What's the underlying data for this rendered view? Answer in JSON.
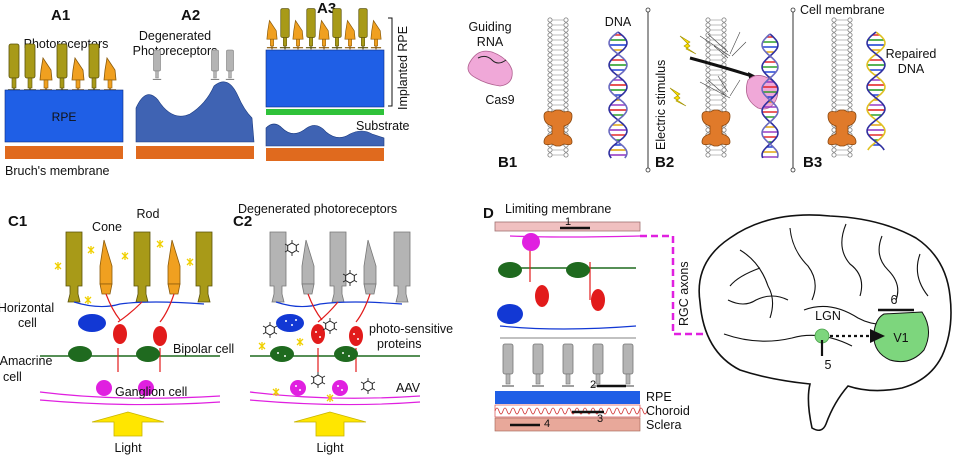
{
  "colors": {
    "rpe": "#1f5fe6",
    "bruch": "#e06a1e",
    "degenerated_rpe": "#3f63b3",
    "substrate": "#2fc23a",
    "rod": "#a89a18",
    "cone": "#f0a020",
    "gray_cell": "#b4b4b4",
    "bipolar": "#e21b1b",
    "horizontal": "#1238d4",
    "amacrine": "#1f6a1f",
    "ganglion": "#e020e0",
    "membrane_pink": "#f0c0c0",
    "choroid_red": "#d03030",
    "green_region": "#7dd67d",
    "light_arrow": "#ffe600",
    "cas9": "#f0a8d8"
  },
  "panelA": {
    "a1": {
      "label": "A1",
      "photoreceptors": "Photoreceptors",
      "rpe": "RPE",
      "bruch": "Bruch's membrane"
    },
    "a2": {
      "label": "A2",
      "degenerated_line1": "Degenerated",
      "degenerated_line2": "Photoreceptors"
    },
    "a3": {
      "label": "A3",
      "implanted_rpe": "Implanted RPE",
      "substrate": "Substrate"
    }
  },
  "panelB": {
    "b1": {
      "label": "B1",
      "guiding_line1": "Guiding",
      "guiding_line2": "RNA",
      "cas9": "Cas9",
      "dna": "DNA"
    },
    "b2": {
      "label": "B2",
      "electric": "Electric stimulus"
    },
    "b3": {
      "label": "B3",
      "cell_membrane": "Cell membrane",
      "repaired_line1": "Repaired",
      "repaired_line2": "DNA"
    }
  },
  "panelC": {
    "c1": {
      "label": "C1",
      "cone": "Cone",
      "rod": "Rod",
      "horizontal_line1": "Horizontal",
      "horizontal_line2": "cell",
      "bipolar": "Bipolar cell",
      "amacrine_line1": "Amacrine",
      "amacrine_line2": "cell",
      "ganglion": "Ganglion cell",
      "light": "Light"
    },
    "c2": {
      "label": "C2",
      "degenerated": "Degenerated photoreceptors",
      "photosensitive_line1": "photo-sensitive",
      "photosensitive_line2": "proteins",
      "aav": "AAV",
      "light": "Light"
    }
  },
  "panelD": {
    "label": "D",
    "limiting": "Limiting membrane",
    "rgc_axons": "RGC axons",
    "lgn": "LGN",
    "v1": "V1",
    "rpe": "RPE",
    "choroid": "Choroid",
    "sclera": "Sclera",
    "markers": [
      "1",
      "2",
      "3",
      "4",
      "5",
      "6"
    ]
  }
}
